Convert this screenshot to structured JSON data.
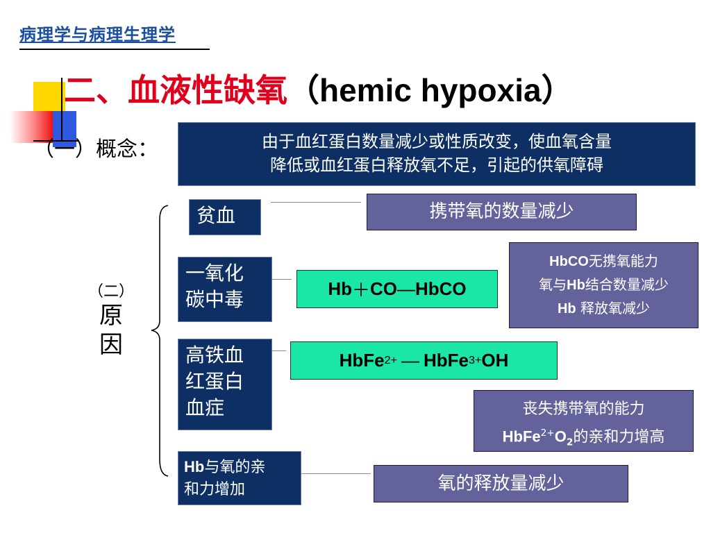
{
  "header": {
    "text": "病理学与病理生理学"
  },
  "title": {
    "cn": "二、血液性缺氧",
    "en": "（hemic hypoxia）"
  },
  "concept": {
    "label": "（一）概念：",
    "definition_line1": "由于血红蛋白数量减少或性质改变，使血氧含量",
    "definition_line2": "降低或血红蛋白释放氧不足，引起的供氧障碍"
  },
  "causes": {
    "label_small": "（二）",
    "label_char1": "原",
    "label_char2": "因",
    "items": [
      {
        "line1": "贫血"
      },
      {
        "line1": "一氧化",
        "line2": "碳中毒"
      },
      {
        "line1": "高铁血",
        "line2": "红蛋白",
        "line3": "血症"
      },
      {
        "line1_bold": "Hb",
        "line1_rest": "与氧的亲",
        "line2": "和力增加"
      }
    ]
  },
  "formulas": {
    "co": {
      "a": "Hb",
      "plus": "＋",
      "b": "CO",
      "dash": "—",
      "c": "HbCO"
    },
    "fe": {
      "a": "HbFe",
      "a_sup": "2+",
      "dash": "—",
      "b": "HbFe",
      "b_sup": "3+",
      "c": "OH"
    }
  },
  "results": {
    "anemia": "携带氧的数量减少",
    "co": {
      "l1_bold": "HbCO",
      "l1_rest": "无携氧能力",
      "l2_pre": "氧与",
      "l2_bold": "Hb",
      "l2_rest": "结合数量减少",
      "l3_bold": "Hb",
      "l3_rest": " 释放氧减少"
    },
    "fe": {
      "l1": "丧失携带氧的能力",
      "l2_a": "HbFe",
      "l2_sup": "2+",
      "l2_b": "O",
      "l2_sub": "2",
      "l2_rest": "的亲和力增高"
    },
    "affinity": "氧的释放量减少"
  },
  "colors": {
    "navy": "#0d2f63",
    "mint": "#19e6a7",
    "purple": "#64629a",
    "title_red": "#e0001b",
    "header_blue": "#1a4fa0"
  }
}
